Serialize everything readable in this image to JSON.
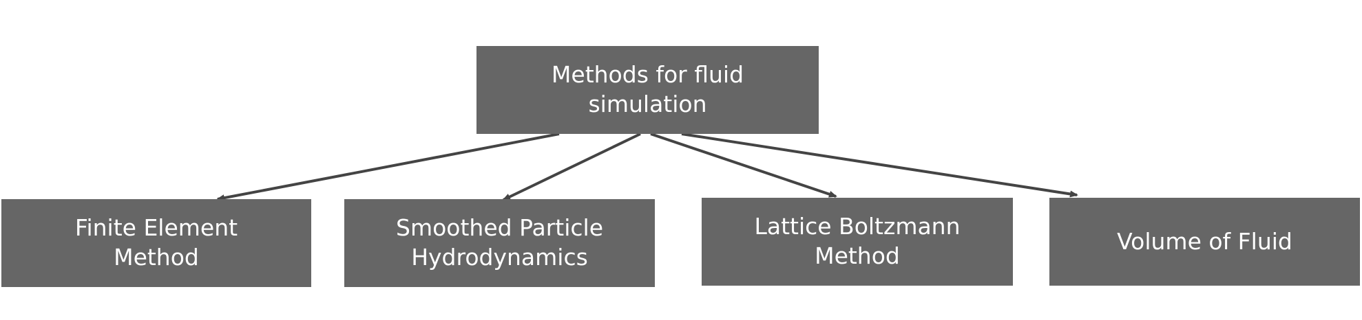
{
  "diagram": {
    "root": {
      "label": "Methods for fluid simulation"
    },
    "children": [
      {
        "line1": "Finite Element",
        "line2": "Method"
      },
      {
        "line1": "Smoothed Particle",
        "line2": "Hydrodynamics"
      },
      {
        "line1": "Lattice Boltzmann",
        "line2": "Method"
      },
      {
        "line1": "Volume of Fluid",
        "line2": ""
      }
    ],
    "colors": {
      "node_fill": "#666666",
      "node_text": "#ffffff",
      "edge": "#444444"
    }
  }
}
